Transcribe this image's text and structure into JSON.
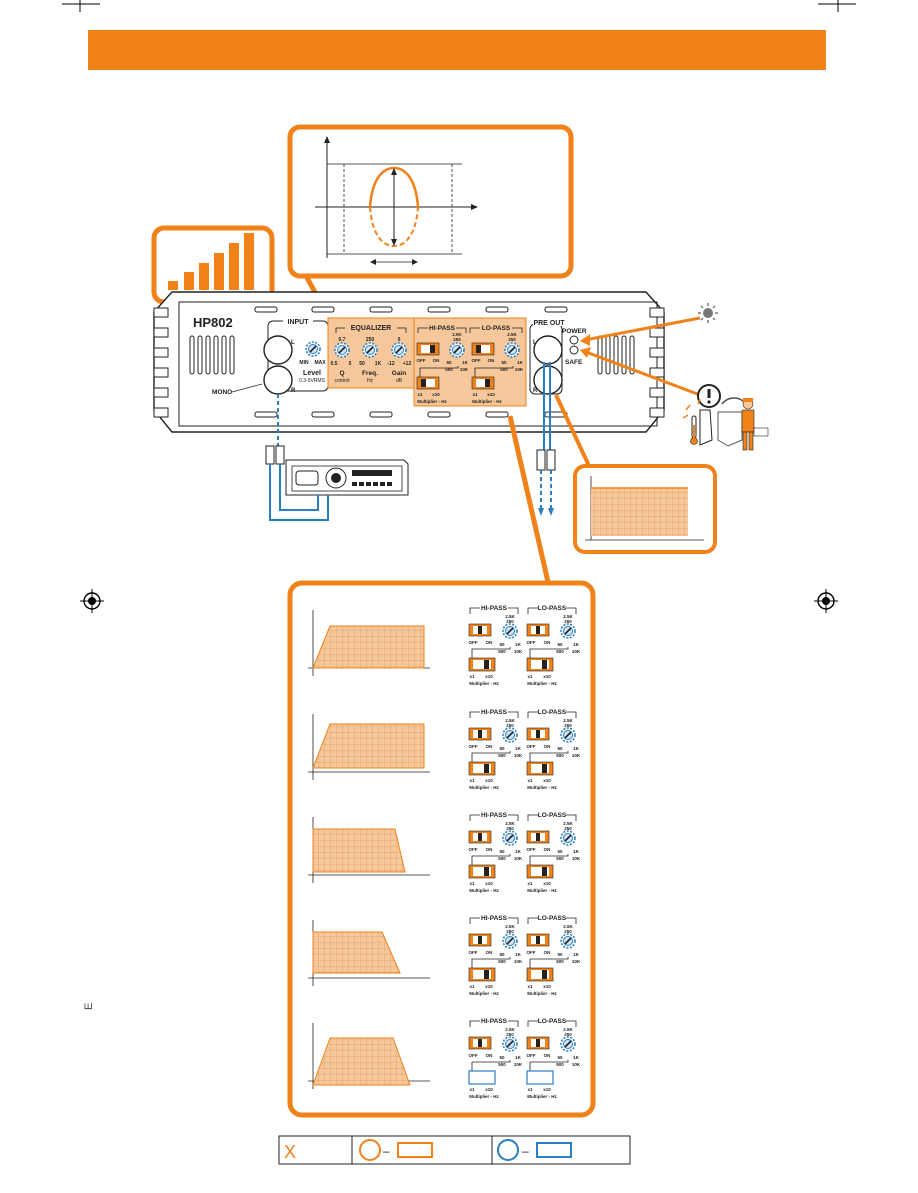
{
  "colors": {
    "orange": "#f08219",
    "orange_light": "#f6c79a",
    "blue": "#2a7fc4",
    "black": "#222222"
  },
  "amp": {
    "model": "HP802",
    "input": {
      "label": "INPUT",
      "left": "L",
      "right": "R",
      "mono": "MONO",
      "min": "MIN",
      "max": "MAX",
      "level": "Level",
      "level_range": "0.3-5VRMS"
    },
    "equalizer": {
      "title": "EQUALIZER",
      "q": {
        "top": "0.7",
        "min": "0.5",
        "max": "5",
        "label": "Q",
        "sub": "control"
      },
      "freq": {
        "top": "250",
        "min": "50",
        "max": "1K",
        "label": "Freq.",
        "sub": "Hz"
      },
      "gain": {
        "top": "0",
        "min": "-12",
        "max": "+12",
        "label": "Gain",
        "sub": "dB"
      }
    },
    "hipass": {
      "title": "HI-PASS",
      "top": "2.5K",
      "top2": "250",
      "min": "50",
      "max": "1K",
      "off": "OFF",
      "on": "ON",
      "mult_min": "500",
      "mult_max": "10K",
      "x1": "x1",
      "x10": "x10",
      "mult_label": "Multiplier - Hz"
    },
    "lopass": {
      "title": "LO-PASS",
      "top": "2.5K",
      "top2": "250",
      "min": "50",
      "max": "1K",
      "off": "OFF",
      "on": "ON",
      "mult_min": "500",
      "mult_max": "10K",
      "x1": "x1",
      "x10": "x10",
      "mult_label": "Multiplier - Hz"
    },
    "preout": {
      "label": "PRE OUT",
      "left": "L",
      "right": "R"
    },
    "power": "POWER",
    "safe": "SAFE"
  },
  "legend": {
    "x_mark": "X",
    "dash": "–"
  },
  "side_text": "E"
}
